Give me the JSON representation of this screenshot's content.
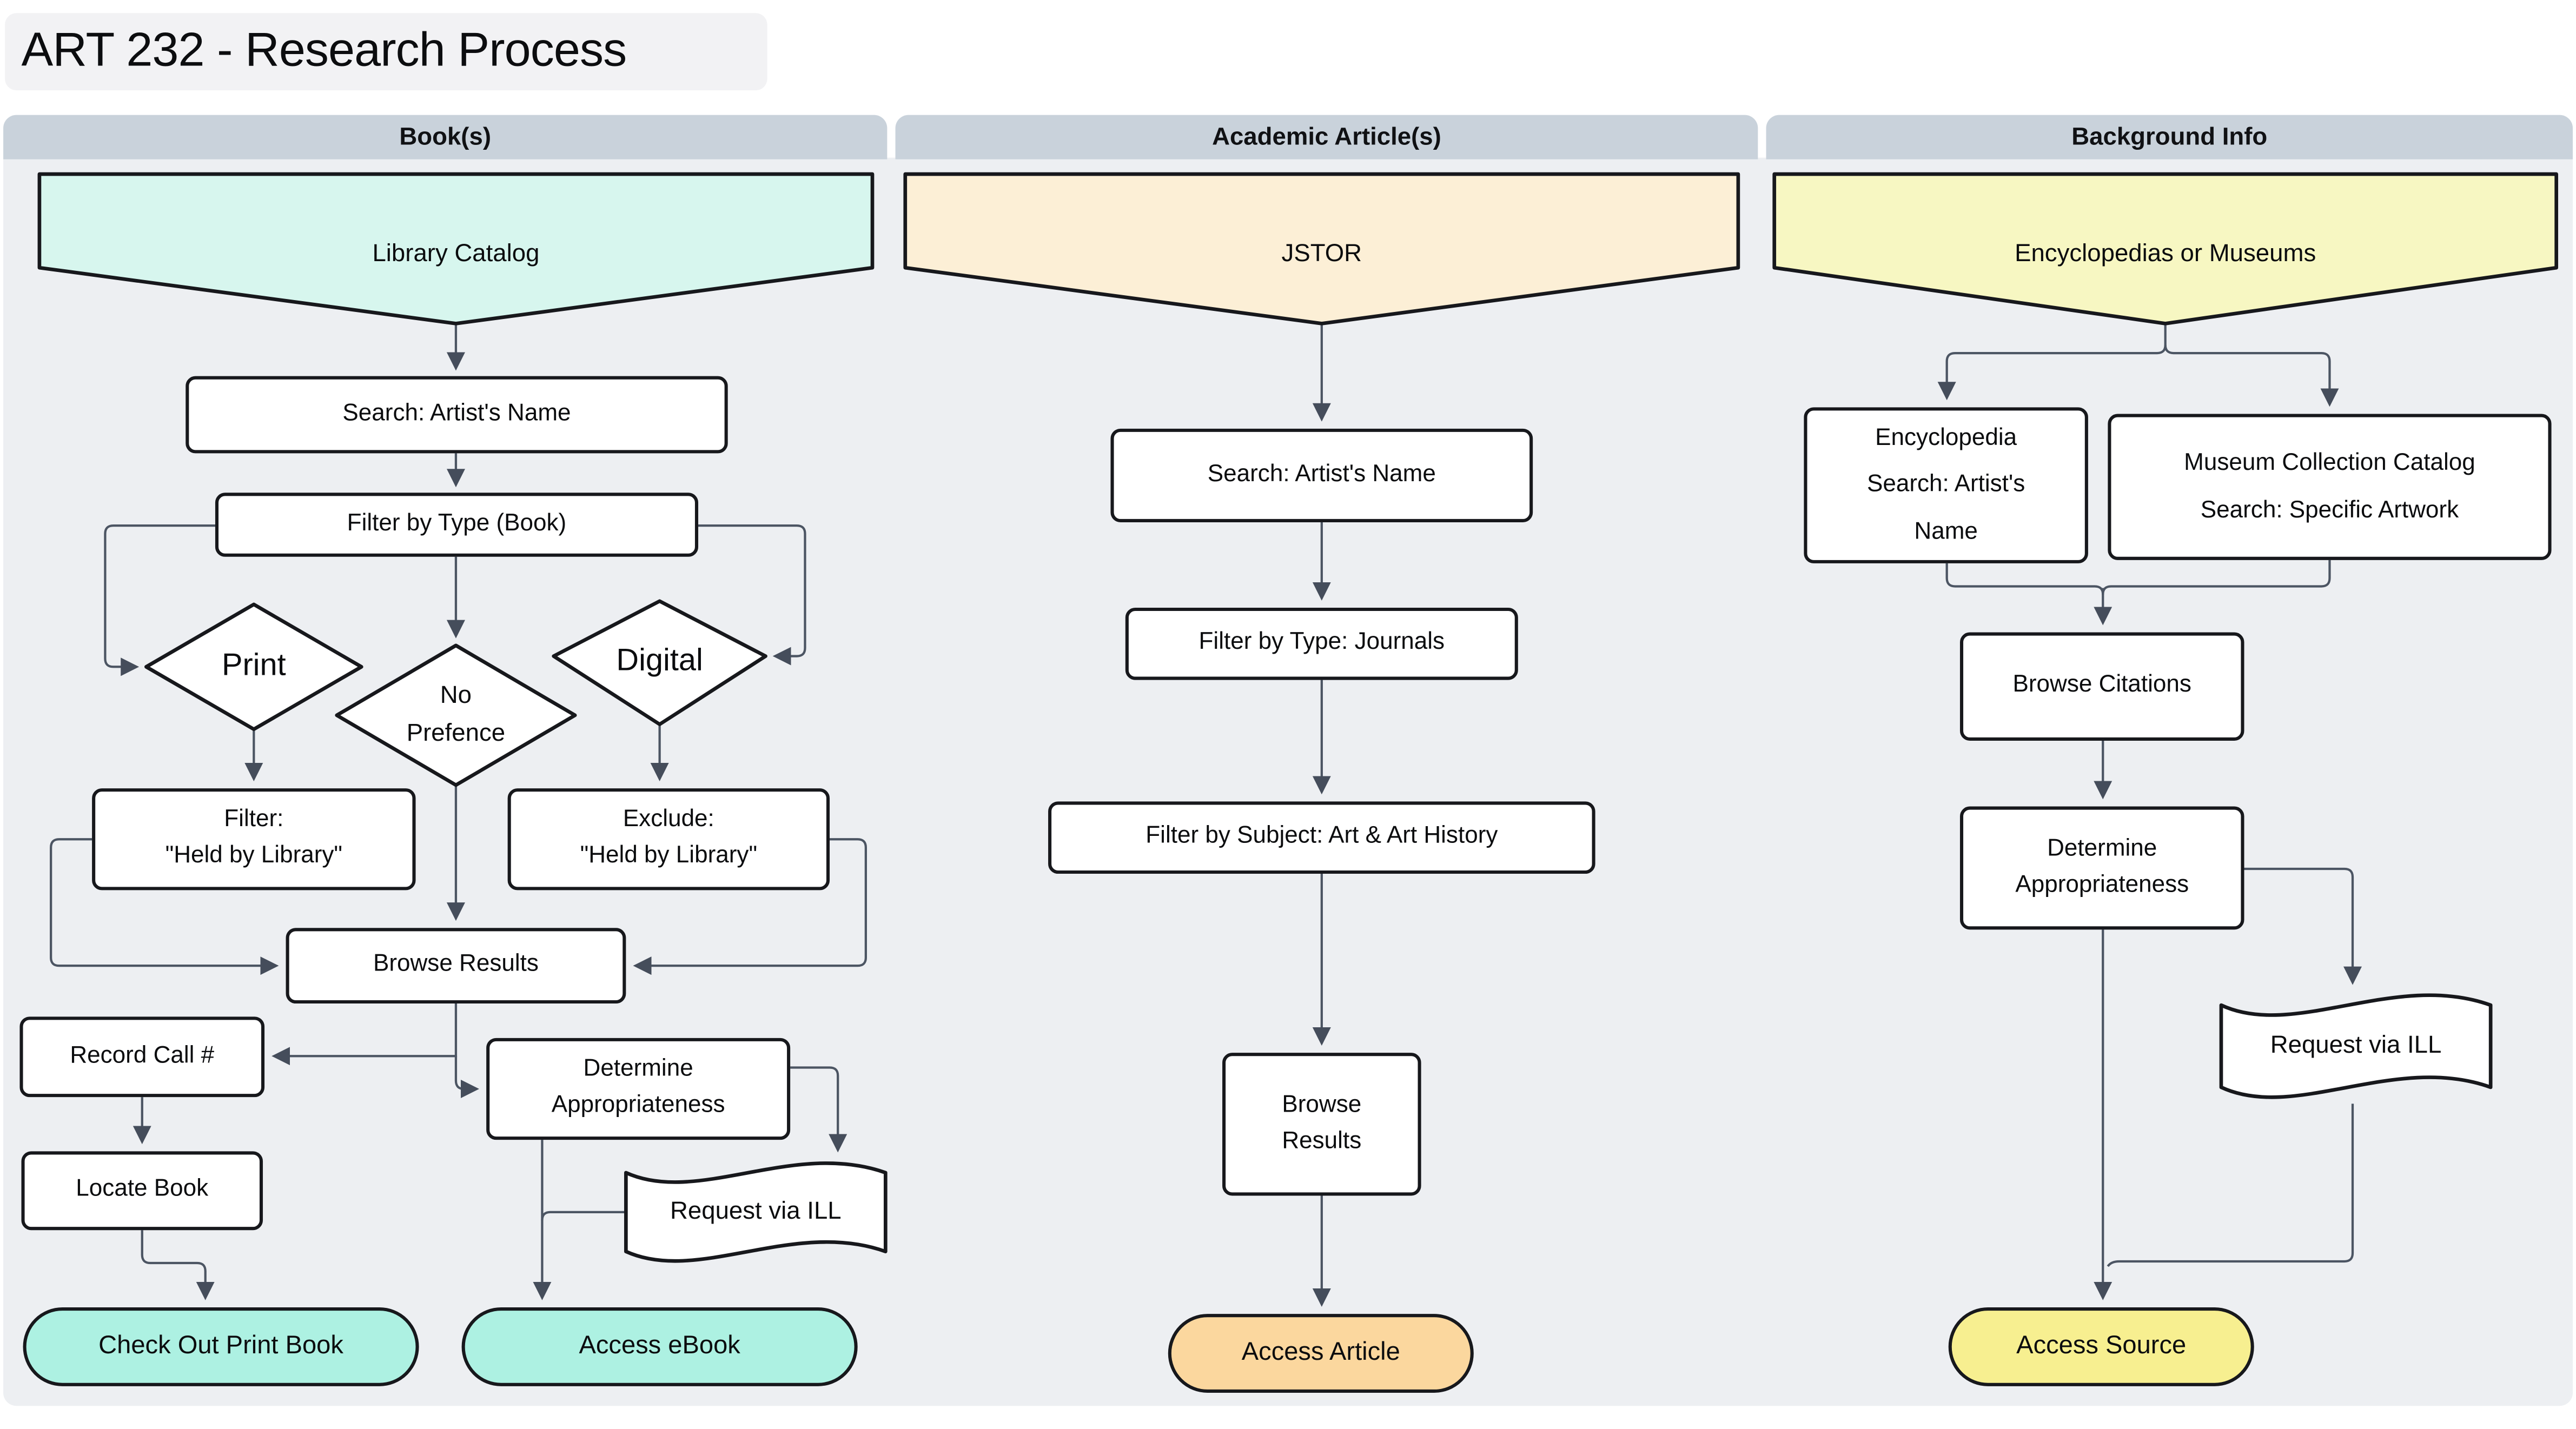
{
  "title": "ART 232 - Research Process",
  "lanes": [
    {
      "header": "Book(s)",
      "nodes": {
        "library_catalog": "Library Catalog",
        "search_artist": "Search: Artist's Name",
        "filter_type": "Filter by Type (Book)",
        "print": "Print",
        "no_preference": "No\nPrefence",
        "digital": "Digital",
        "filter_held": "Filter:\n\"Held by Library\"",
        "exclude_held": "Exclude:\n\"Held by Library\"",
        "browse_results": "Browse Results",
        "record_call": "Record Call #",
        "determine_appropriateness": "Determine\nAppropriateness",
        "locate_book": "Locate Book",
        "request_ill": "Request via ILL",
        "check_out": "Check Out Print Book",
        "access_ebook": "Access eBook"
      }
    },
    {
      "header": "Academic Article(s)",
      "nodes": {
        "jstor": "JSTOR",
        "search_artist": "Search: Artist's Name",
        "filter_journals": "Filter by Type: Journals",
        "filter_subject": "Filter by Subject: Art & Art History",
        "browse_results": "Browse\nResults",
        "access_article": "Access Article"
      }
    },
    {
      "header": "Background Info",
      "nodes": {
        "encyclopedias_museums": "Encyclopedias or Museums",
        "encyclopedia_search": "Encyclopedia\nSearch: Artist's\nName",
        "museum_search": "Museum Collection Catalog\nSearch: Specific Artwork",
        "browse_citations": "Browse Citations",
        "determine_appropriateness": "Determine\nAppropriateness",
        "request_ill": "Request via ILL",
        "access_source": "Access Source"
      }
    }
  ],
  "colors": {
    "lane_header_bg": "#c9d2db",
    "lane_panel_bg": "#edeff2",
    "source_teal": "#d7f6ee",
    "source_cream": "#fcefd6",
    "source_yellow": "#f7f7c2",
    "terminal_teal": "#adf1e2",
    "terminal_orange": "#fbd79e",
    "terminal_yellow": "#f7ef90",
    "node_border": "#17181c",
    "edge": "#4c5563"
  }
}
